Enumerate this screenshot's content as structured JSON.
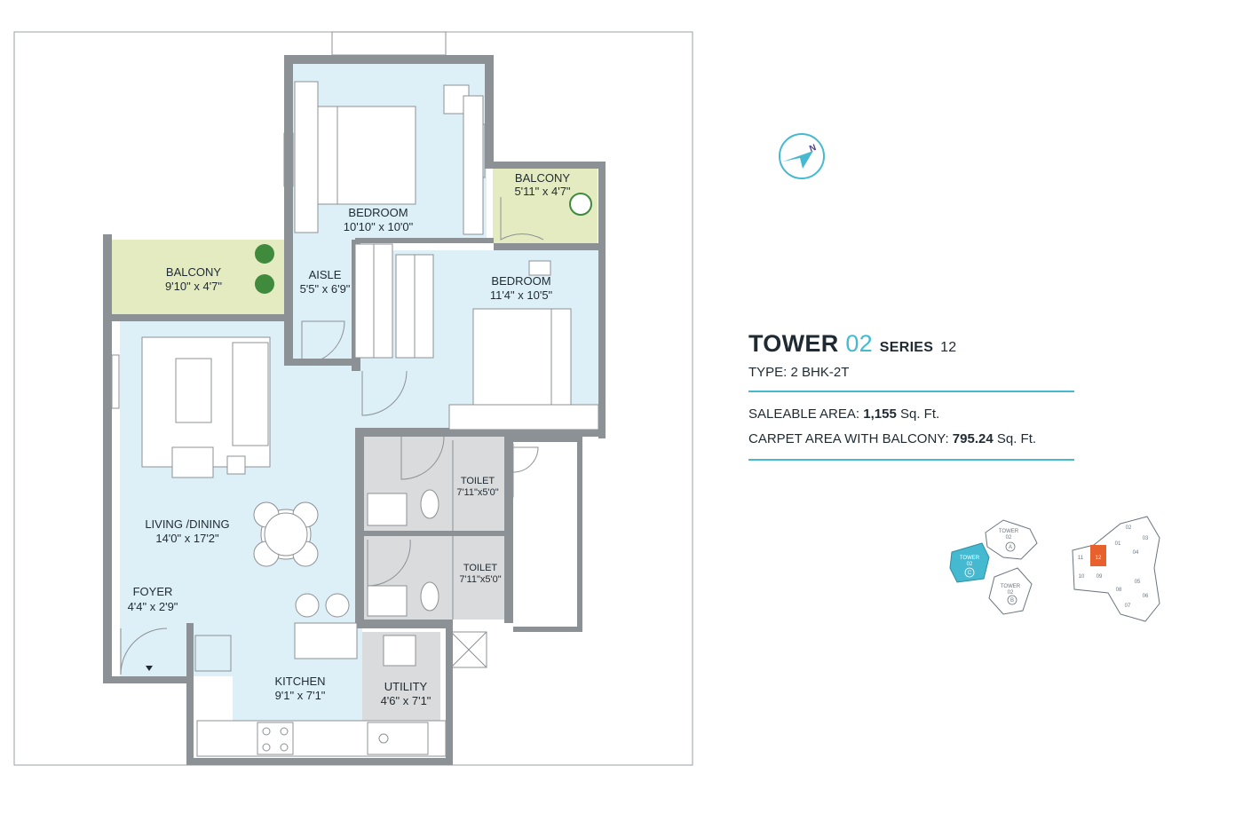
{
  "tower": {
    "word": "TOWER",
    "number": "02",
    "series_word": "SERIES",
    "series_number": "12",
    "type": "TYPE: 2 BHK-2T"
  },
  "areas": {
    "saleable_label": "SALEABLE AREA:",
    "saleable_value": "1,155",
    "saleable_unit": "Sq. Ft.",
    "carpet_label": "CARPET AREA WITH BALCONY:",
    "carpet_value": "795.24",
    "carpet_unit": "Sq. Ft."
  },
  "rooms": {
    "bedroom1": {
      "name": "BEDROOM",
      "size": "10'10\" x 10'0\""
    },
    "balcony1": {
      "name": "BALCONY",
      "size": "5'11\" x 4'7\""
    },
    "balcony2": {
      "name": "BALCONY",
      "size": "9'10\" x 4'7\""
    },
    "aisle": {
      "name": "AISLE",
      "size": "5'5\" x 6'9\""
    },
    "bedroom2": {
      "name": "BEDROOM",
      "size": "11'4\" x 10'5\""
    },
    "toilet1": {
      "name": "TOILET",
      "size": "7'11\"x5'0\""
    },
    "toilet2": {
      "name": "TOILET",
      "size": "7'11\"x5'0\""
    },
    "living": {
      "name": "LIVING /DINING",
      "size": "14'0\" x 17'2\""
    },
    "foyer": {
      "name": "FOYER",
      "size": "4'4\" x 2'9\""
    },
    "kitchen": {
      "name": "KITCHEN",
      "size": "9'1\" x 7'1\""
    },
    "utility": {
      "name": "UTILITY",
      "size": "4'6\" x 7'1\""
    }
  },
  "key_plan_towers": {
    "tower_a": {
      "line1": "TOWER",
      "line2": "02",
      "tag": "A"
    },
    "tower_b": {
      "line1": "TOWER",
      "line2": "02",
      "tag": "B"
    },
    "tower_c": {
      "line1": "TOWER",
      "line2": "02",
      "tag": "C"
    }
  },
  "key_plan_units": [
    "02",
    "03",
    "01",
    "11",
    "12",
    "04",
    "10",
    "09",
    "05",
    "08",
    "06",
    "07"
  ],
  "icons": {
    "compass": "north-compass-icon"
  },
  "colors": {
    "accent": "#45b9d0",
    "room_blue": "#def0f7",
    "balcony_green": "#e4ebc0",
    "wet_gray": "#dadbdc",
    "wall": "#8c9196",
    "highlight_orange": "#e8612c"
  }
}
